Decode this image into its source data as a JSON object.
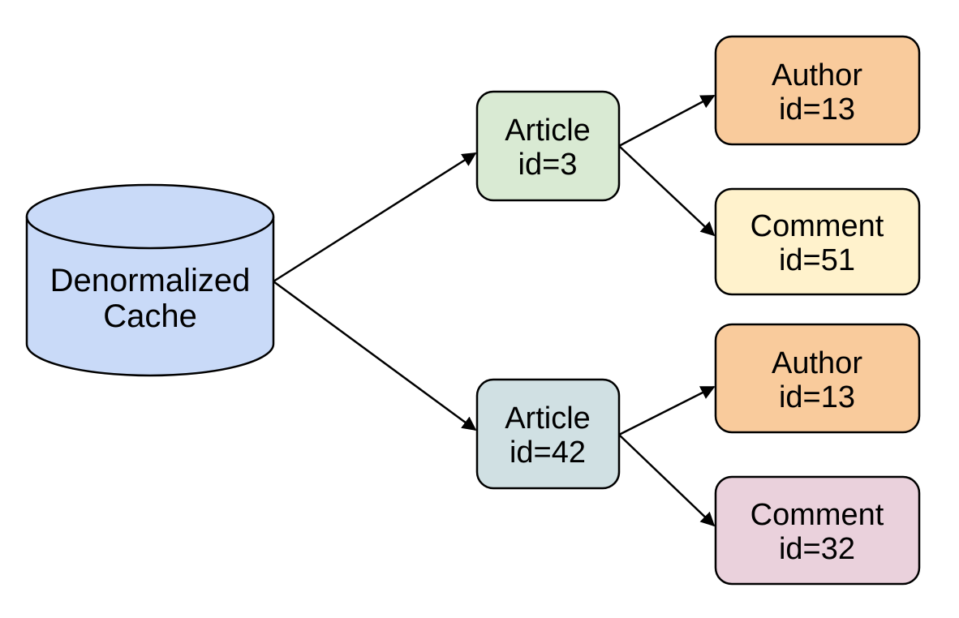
{
  "diagram": {
    "background": "#ffffff",
    "stroke": "#000000",
    "cache": {
      "shape": "cylinder",
      "line1": "Denormalized",
      "line2": "Cache",
      "fill": "#c9daf8"
    },
    "nodes": {
      "article3": {
        "line1": "Article",
        "line2": "id=3",
        "fill": "#d9ead3"
      },
      "article42": {
        "line1": "Article",
        "line2": "id=42",
        "fill": "#d0e0e3"
      },
      "author13Top": {
        "line1": "Author",
        "line2": "id=13",
        "fill": "#f9cb9c"
      },
      "comment51": {
        "line1": "Comment",
        "line2": "id=51",
        "fill": "#fff2cc"
      },
      "author13Bottom": {
        "line1": "Author",
        "line2": "id=13",
        "fill": "#f9cb9c"
      },
      "comment32": {
        "line1": "Comment",
        "line2": "id=32",
        "fill": "#ead1dc"
      }
    },
    "edges": [
      {
        "from": "Denormalized Cache",
        "to": "Article id=3"
      },
      {
        "from": "Denormalized Cache",
        "to": "Article id=42"
      },
      {
        "from": "Article id=3",
        "to": "Author id=13"
      },
      {
        "from": "Article id=3",
        "to": "Comment id=51"
      },
      {
        "from": "Article id=42",
        "to": "Author id=13"
      },
      {
        "from": "Article id=42",
        "to": "Comment id=32"
      }
    ]
  }
}
